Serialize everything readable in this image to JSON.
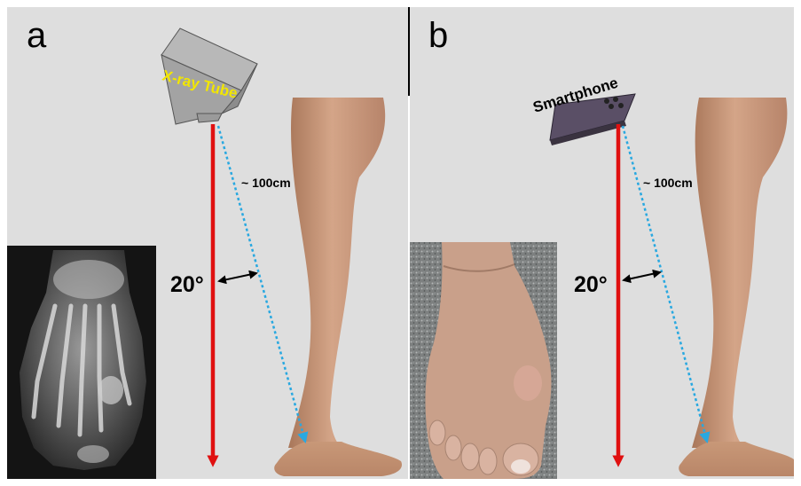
{
  "panels": [
    {
      "label": "a",
      "source_label": "X-ray Tube",
      "distance_label": "~ 100cm",
      "angle_label": "20°",
      "inset_icon": "foot-xray-image",
      "leg_icon": "leg-side-view-image"
    },
    {
      "label": "b",
      "source_label": "Smartphone",
      "distance_label": "~ 100cm",
      "angle_label": "20°",
      "inset_icon": "foot-photo-image",
      "leg_icon": "leg-side-view-image"
    }
  ],
  "colors": {
    "background": "#dedede",
    "vertical_arrow": "#e01010",
    "beam_line": "#29a8e0",
    "angle_arrow": "#000000",
    "divider": "#000000",
    "tube_label": "#f2e600",
    "skin": "#c99a7c"
  }
}
